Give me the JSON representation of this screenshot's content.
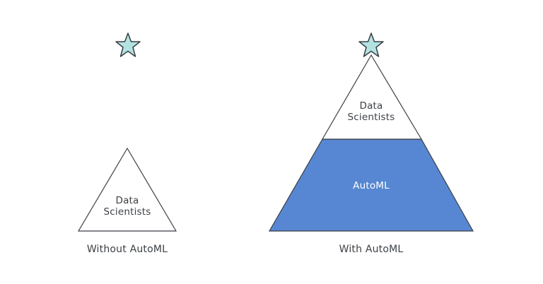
{
  "diagram": {
    "colors": {
      "star_fill": "#b2e3e1",
      "outline": "#3a3f44",
      "automl_fill": "#5787d2",
      "text": "#3a3f44",
      "text_on_blue": "#ffffff"
    },
    "left": {
      "caption": "Without AutoML",
      "triangle_label_line1": "Data",
      "triangle_label_line2": "Scientists"
    },
    "right": {
      "caption": "With AutoML",
      "top_label_line1": "Data",
      "top_label_line2": "Scientists",
      "bottom_label": "AutoML"
    }
  }
}
